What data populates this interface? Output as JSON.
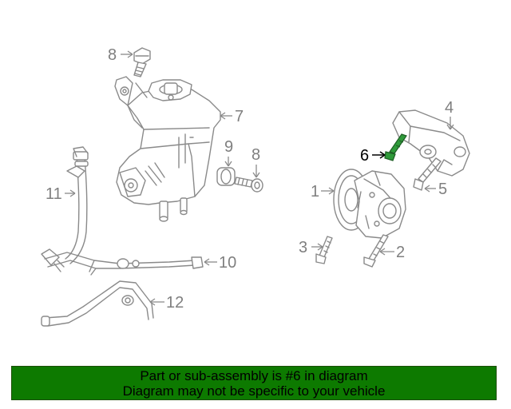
{
  "diagram": {
    "callouts": {
      "c1": "1",
      "c2": "2",
      "c3": "3",
      "c4": "4",
      "c5": "5",
      "c6": "6",
      "c7": "7",
      "c8a": "8",
      "c8b": "8",
      "c9": "9",
      "c10": "10",
      "c11": "11",
      "c12": "12"
    },
    "highlight_color": "#2f9a3a"
  },
  "banner": {
    "line1": "Part or sub-assembly is #6 in diagram",
    "line2": "Diagram may not be specific to your vehicle",
    "background": "#0d7a00"
  }
}
